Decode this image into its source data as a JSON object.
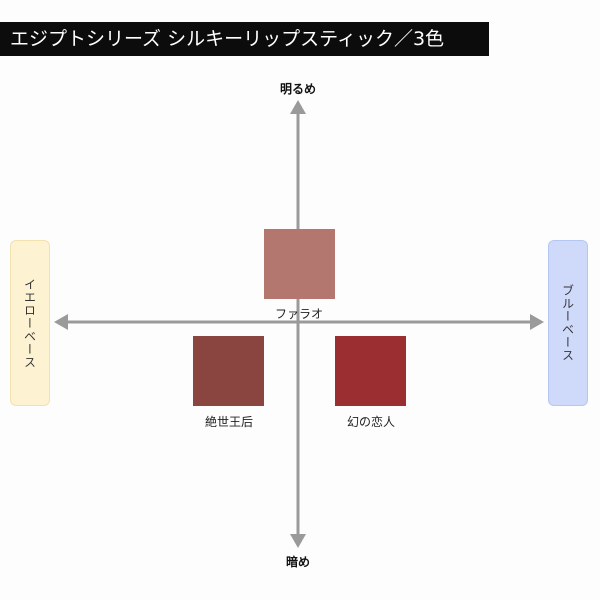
{
  "title": "エジプトシリーズ シルキーリップスティック／3色",
  "axis": {
    "top": "明るめ",
    "bottom": "暗め",
    "left": "イエローベース",
    "right": "ブルーベース"
  },
  "colors": {
    "title_bg": "#0c0c0c",
    "axis": "#9a9a9a",
    "yellow_base_bg": "#fdf3d2",
    "yellow_base_border": "#f3e2ae",
    "blue_base_bg": "#cfdafb",
    "blue_base_border": "#b4c6f4"
  },
  "shades": [
    {
      "name": "ファラオ",
      "color": "#b47770"
    },
    {
      "name": "絶世王后",
      "color": "#8b4540"
    },
    {
      "name": "幻の恋人",
      "color": "#9b2e31"
    }
  ]
}
